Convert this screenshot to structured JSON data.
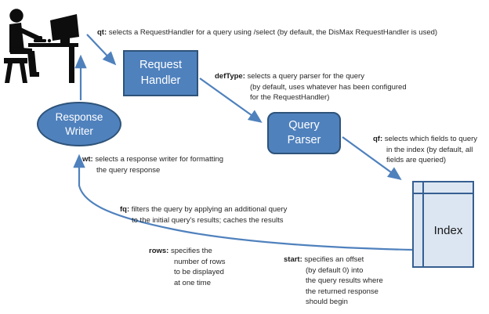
{
  "diagram": {
    "title": "Solr query lifecycle diagram",
    "nodes": {
      "request_handler": {
        "lines": [
          "Request",
          "Handler"
        ]
      },
      "query_parser": {
        "lines": [
          "Query",
          "Parser"
        ]
      },
      "response_writer": {
        "lines": [
          "Response",
          "Writer"
        ]
      },
      "index": {
        "label": "Index"
      }
    },
    "annotations": {
      "qt": {
        "label": "qt:",
        "lines": [
          "selects a RequestHandler for a query using /select (by default, the DisMax RequestHandler is used)"
        ]
      },
      "deftype": {
        "label": "defType:",
        "lines": [
          "selects a query parser for the query",
          "(by default, uses whatever has been configured",
          "for the RequestHandler)"
        ]
      },
      "qf": {
        "label": "qf:",
        "lines": [
          "selects which fields to query",
          "in the index (by default, all",
          "fields are queried)"
        ]
      },
      "wt": {
        "label": "wt:",
        "lines": [
          "selects a response writer for formatting",
          "the query response"
        ]
      },
      "fq": {
        "label": "fq:",
        "lines": [
          "filters the query by applying an additional query",
          "to the initial query's results; caches the results"
        ]
      },
      "rows": {
        "label": "rows:",
        "lines": [
          "specifies the",
          "number of rows",
          "to be displayed",
          "at one time"
        ]
      },
      "start": {
        "label": "start:",
        "lines": [
          "specifies an offset",
          "(by default 0) into",
          "the query results where",
          "the returned response",
          "should begin"
        ]
      }
    },
    "icons": {
      "person": "person-at-computer-icon"
    },
    "colors": {
      "node_fill": "#4f81bd",
      "node_border": "#2e5379",
      "index_fill": "#dce6f2",
      "index_border": "#365f91",
      "arrow": "#4f81bd",
      "text": "#262626",
      "person_silhouette": "#0d0d0d",
      "background": "#ffffff"
    }
  }
}
